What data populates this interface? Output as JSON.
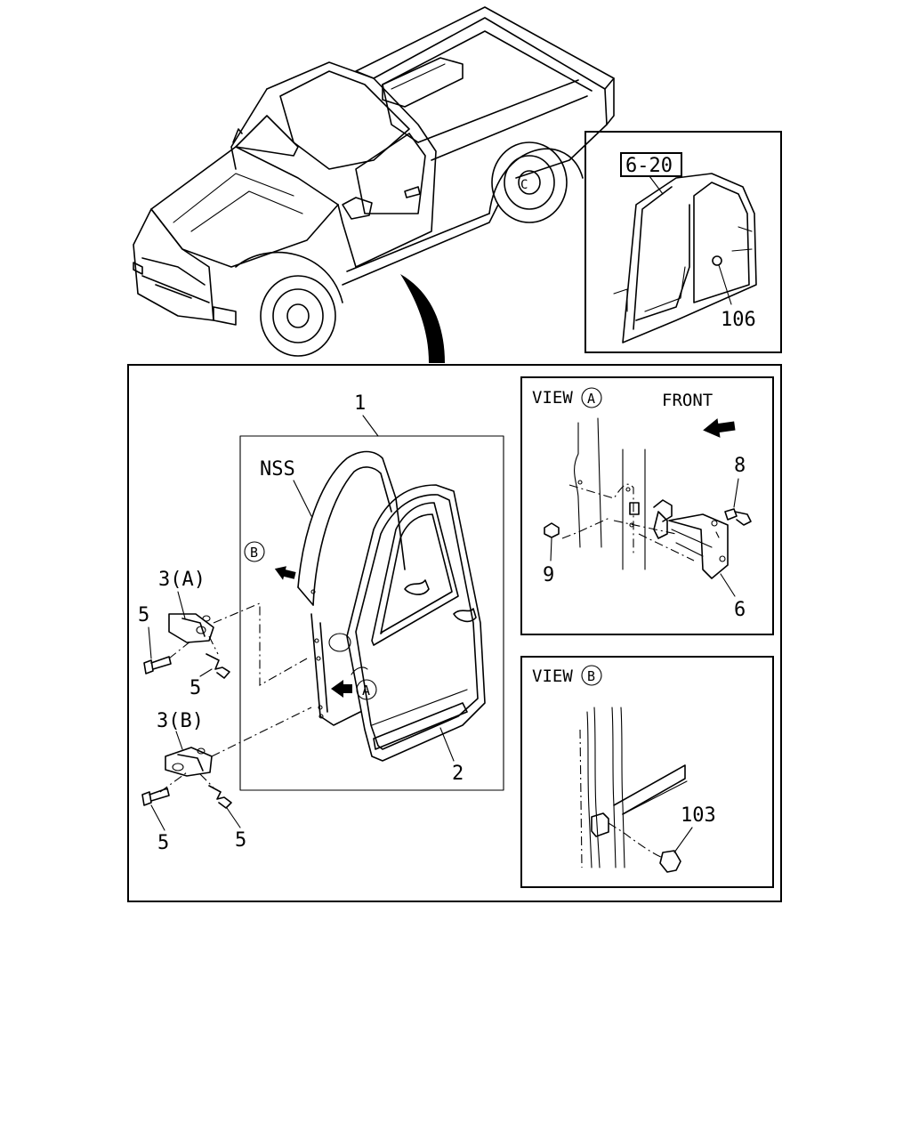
{
  "labels": {
    "ref_box": "6-20",
    "part_106": "106",
    "part_1": "1",
    "part_2": "2",
    "part_3a": "3(A)",
    "part_3b": "3(B)",
    "part_5": "5",
    "part_6": "6",
    "part_8": "8",
    "part_9": "9",
    "part_103": "103",
    "nss": "NSS",
    "front": "FRONT",
    "view_word": "VIEW",
    "marker_a": "A",
    "marker_b": "B"
  }
}
